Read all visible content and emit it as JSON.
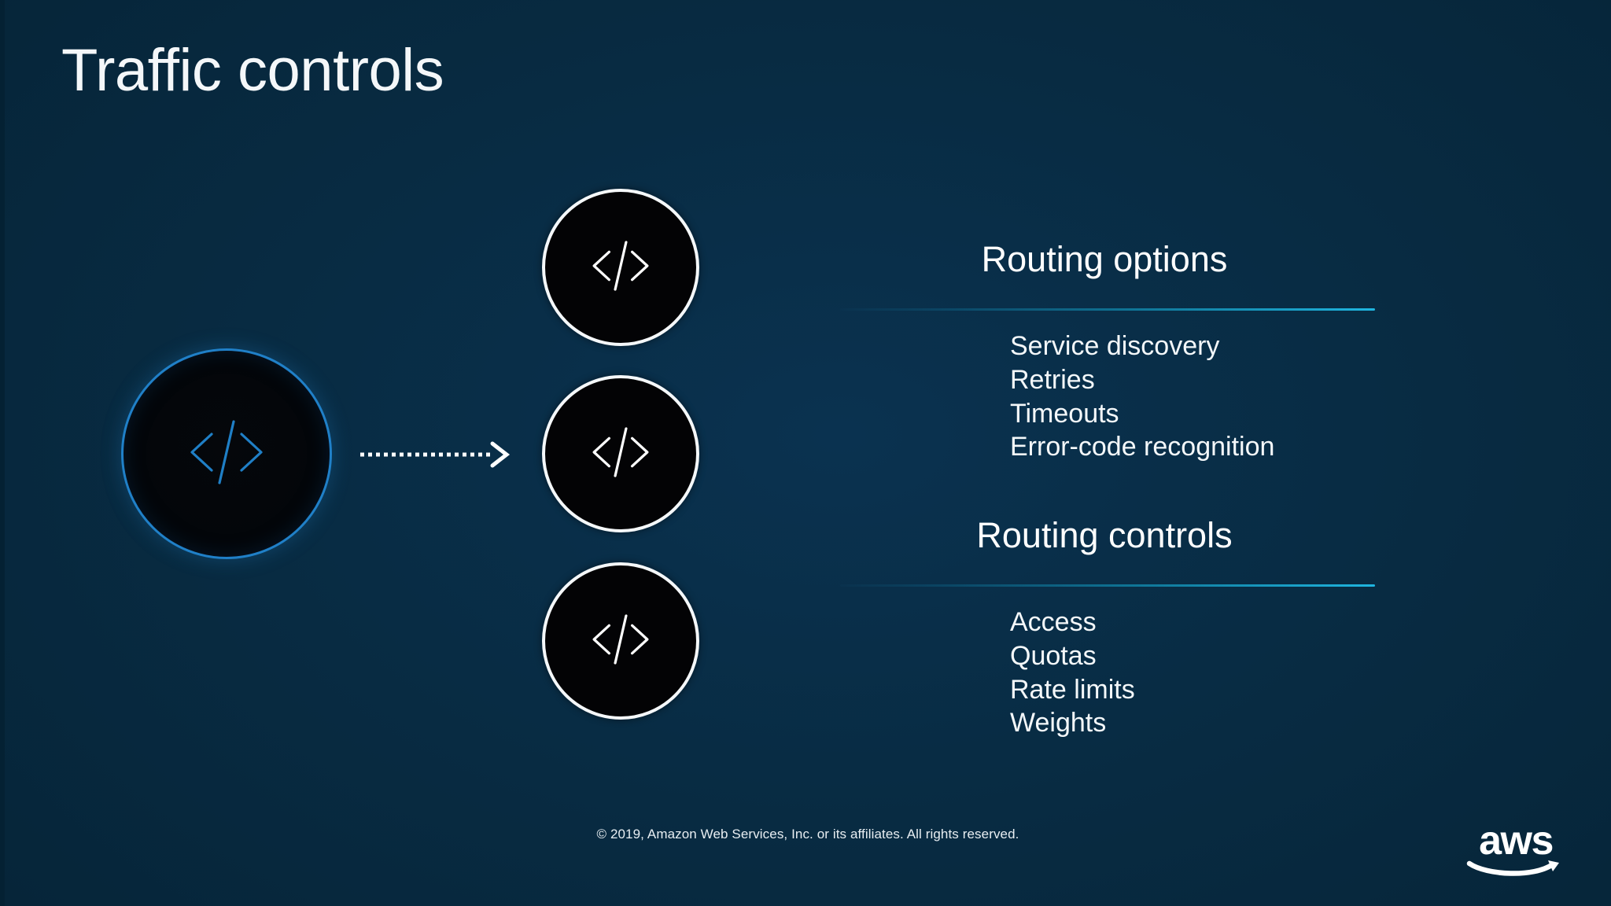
{
  "slide": {
    "title": "Traffic controls",
    "background_color": "#082b42",
    "accent_color": "#1fb6e0",
    "source_node_color": "#2080c8"
  },
  "diagram": {
    "source_node": {
      "icon": "code-brackets-icon",
      "label": ""
    },
    "target_nodes": [
      {
        "icon": "code-brackets-icon",
        "label": ""
      },
      {
        "icon": "code-brackets-icon",
        "label": ""
      },
      {
        "icon": "code-brackets-icon",
        "label": ""
      }
    ],
    "connector": {
      "icon": "dotted-arrow-right-icon",
      "style": "dotted",
      "color": "#ffffff"
    }
  },
  "panel": {
    "groups": [
      {
        "heading": "Routing options",
        "items": [
          "Service discovery",
          "Retries",
          "Timeouts",
          "Error-code recognition"
        ]
      },
      {
        "heading": "Routing controls",
        "items": [
          "Access",
          "Quotas",
          "Rate limits",
          "Weights"
        ]
      }
    ]
  },
  "footer": {
    "copyright": "© 2019, Amazon Web Services, Inc. or its affiliates. All rights reserved.",
    "logo_text": "aws",
    "logo_icon": "aws-smile-icon"
  }
}
